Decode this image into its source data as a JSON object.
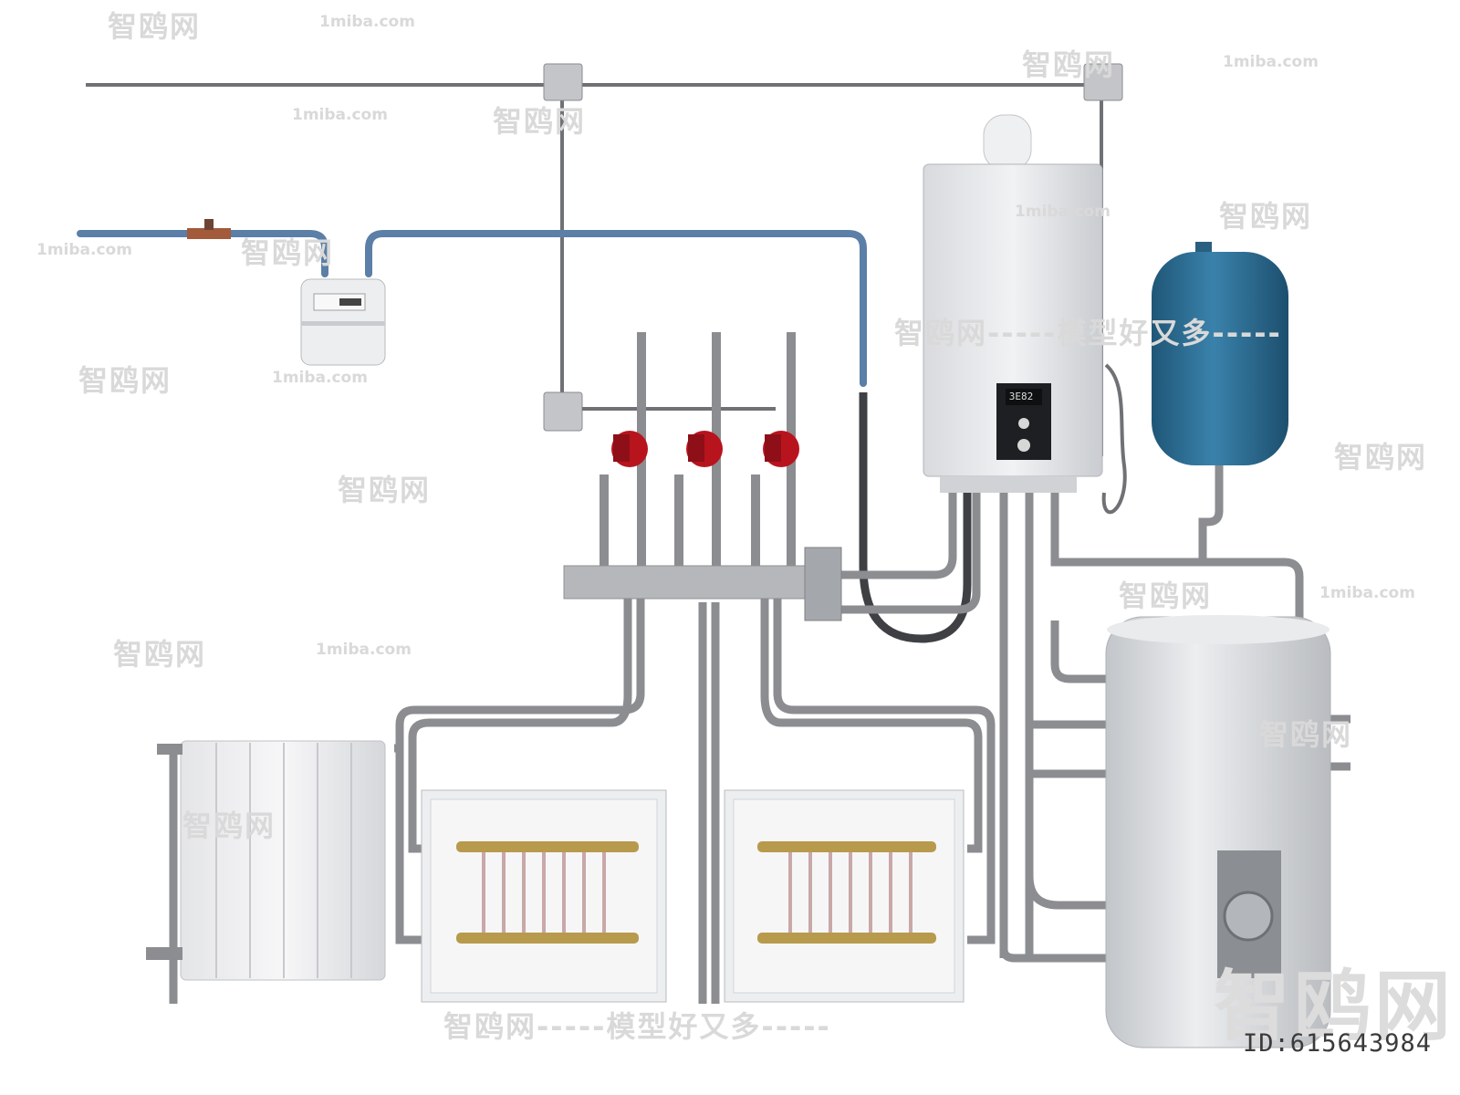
{
  "boiler": {
    "display_value": "3E82"
  },
  "image_id": "ID:615643984",
  "watermarks": {
    "site_cn": "智鸥网",
    "site_en": "1miba.com",
    "dashes": "-----",
    "slogan": "智鸥网-----模型好又多-----",
    "big_logo": "智鸥网"
  },
  "colors": {
    "gas_pipe": "#5b7fa6",
    "water_pipe": "#8b8d90",
    "pump_red": "#b8141e",
    "expansion_tank": "#2f6f94",
    "brass": "#b89a4c"
  }
}
